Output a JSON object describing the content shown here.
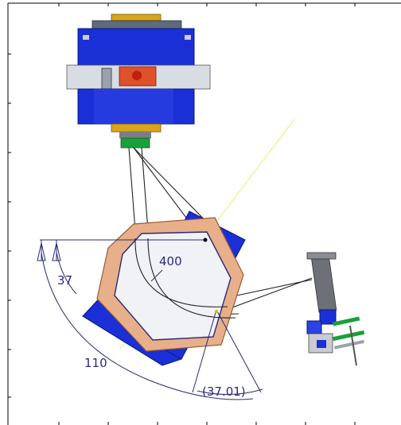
{
  "dimensions": {
    "radius_label": "400",
    "angle_small_label": "37",
    "angle_large_label": "110",
    "angle_ref_label": "(37.01)"
  },
  "colors": {
    "frame_blue": "#1a2fd6",
    "coil_orange": "#e7b08a",
    "target_red": "#e0502a",
    "dim_text": "#2a2a7a",
    "beam_line": "#222222",
    "guide_line": "#f4f0a0"
  }
}
